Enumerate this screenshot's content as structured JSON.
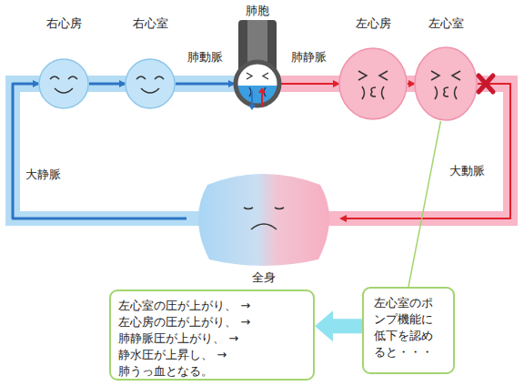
{
  "diagram": {
    "nodes": [
      {
        "text": [
          "右心房"
        ]
      },
      {
        "text": [
          "右心室"
        ]
      },
      {
        "text": [
          "肺胞"
        ]
      },
      {
        "text": [
          "左心房"
        ]
      },
      {
        "text": [
          "左心室"
        ]
      },
      {
        "text": [
          "全身"
        ]
      },
      {
        "text": [
          "左心室のポ ンプ機能に 低下を認め ると・・・"
        ]
      },
      {
        "text": [
          "左心室の圧が上がり、 →左心房の圧が上がり、 →肺静脈圧が上がり、 →静水圧が上昇し、 →肺うっ血となる。"
        ]
      }
    ],
    "edges": [
      {
        "from": 0,
        "to": 1,
        "arrow": "to"
      },
      {
        "from": 1,
        "to": 2,
        "label": "肺動脈",
        "arrow": "to"
      },
      {
        "from": 2,
        "to": 3,
        "label": "肺静脈",
        "arrow": "to"
      },
      {
        "from": 3,
        "to": 4,
        "arrow": "to"
      },
      {
        "from": 4,
        "to": 5,
        "label": "大動脈",
        "arrow": "to"
      },
      {
        "from": 5,
        "to": 0,
        "label": "大静脈",
        "arrow": "to"
      },
      {
        "from": 4,
        "to": 6,
        "arrow": "none"
      },
      {
        "from": 6,
        "to": 7,
        "arrow": "to"
      }
    ]
  }
}
